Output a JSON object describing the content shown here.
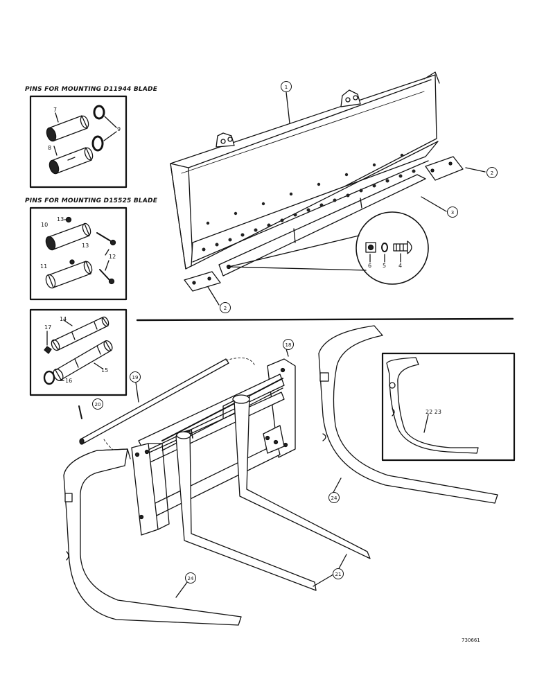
{
  "headings": {
    "d11944": "PINS FOR MOUNTING D11944 BLADE",
    "d15525": "PINS FOR MOUNTING D15525 BLADE"
  },
  "callouts": {
    "c1": "1",
    "c2a": "2",
    "c2b": "2",
    "c3": "3",
    "c4": "4",
    "c5": "5",
    "c6": "6",
    "c7": "7",
    "c8": "8",
    "c9": "9",
    "c10": "10",
    "c11": "11",
    "c12": "12",
    "c13a": "13",
    "c13b": "13",
    "c14": "14",
    "c15": "15",
    "c16": "16",
    "c17": "17",
    "c18": "18",
    "c19": "19",
    "c20": "20",
    "c21": "21",
    "c22": "22 23",
    "c24a": "24",
    "c24b": "24"
  },
  "reference": "730661"
}
